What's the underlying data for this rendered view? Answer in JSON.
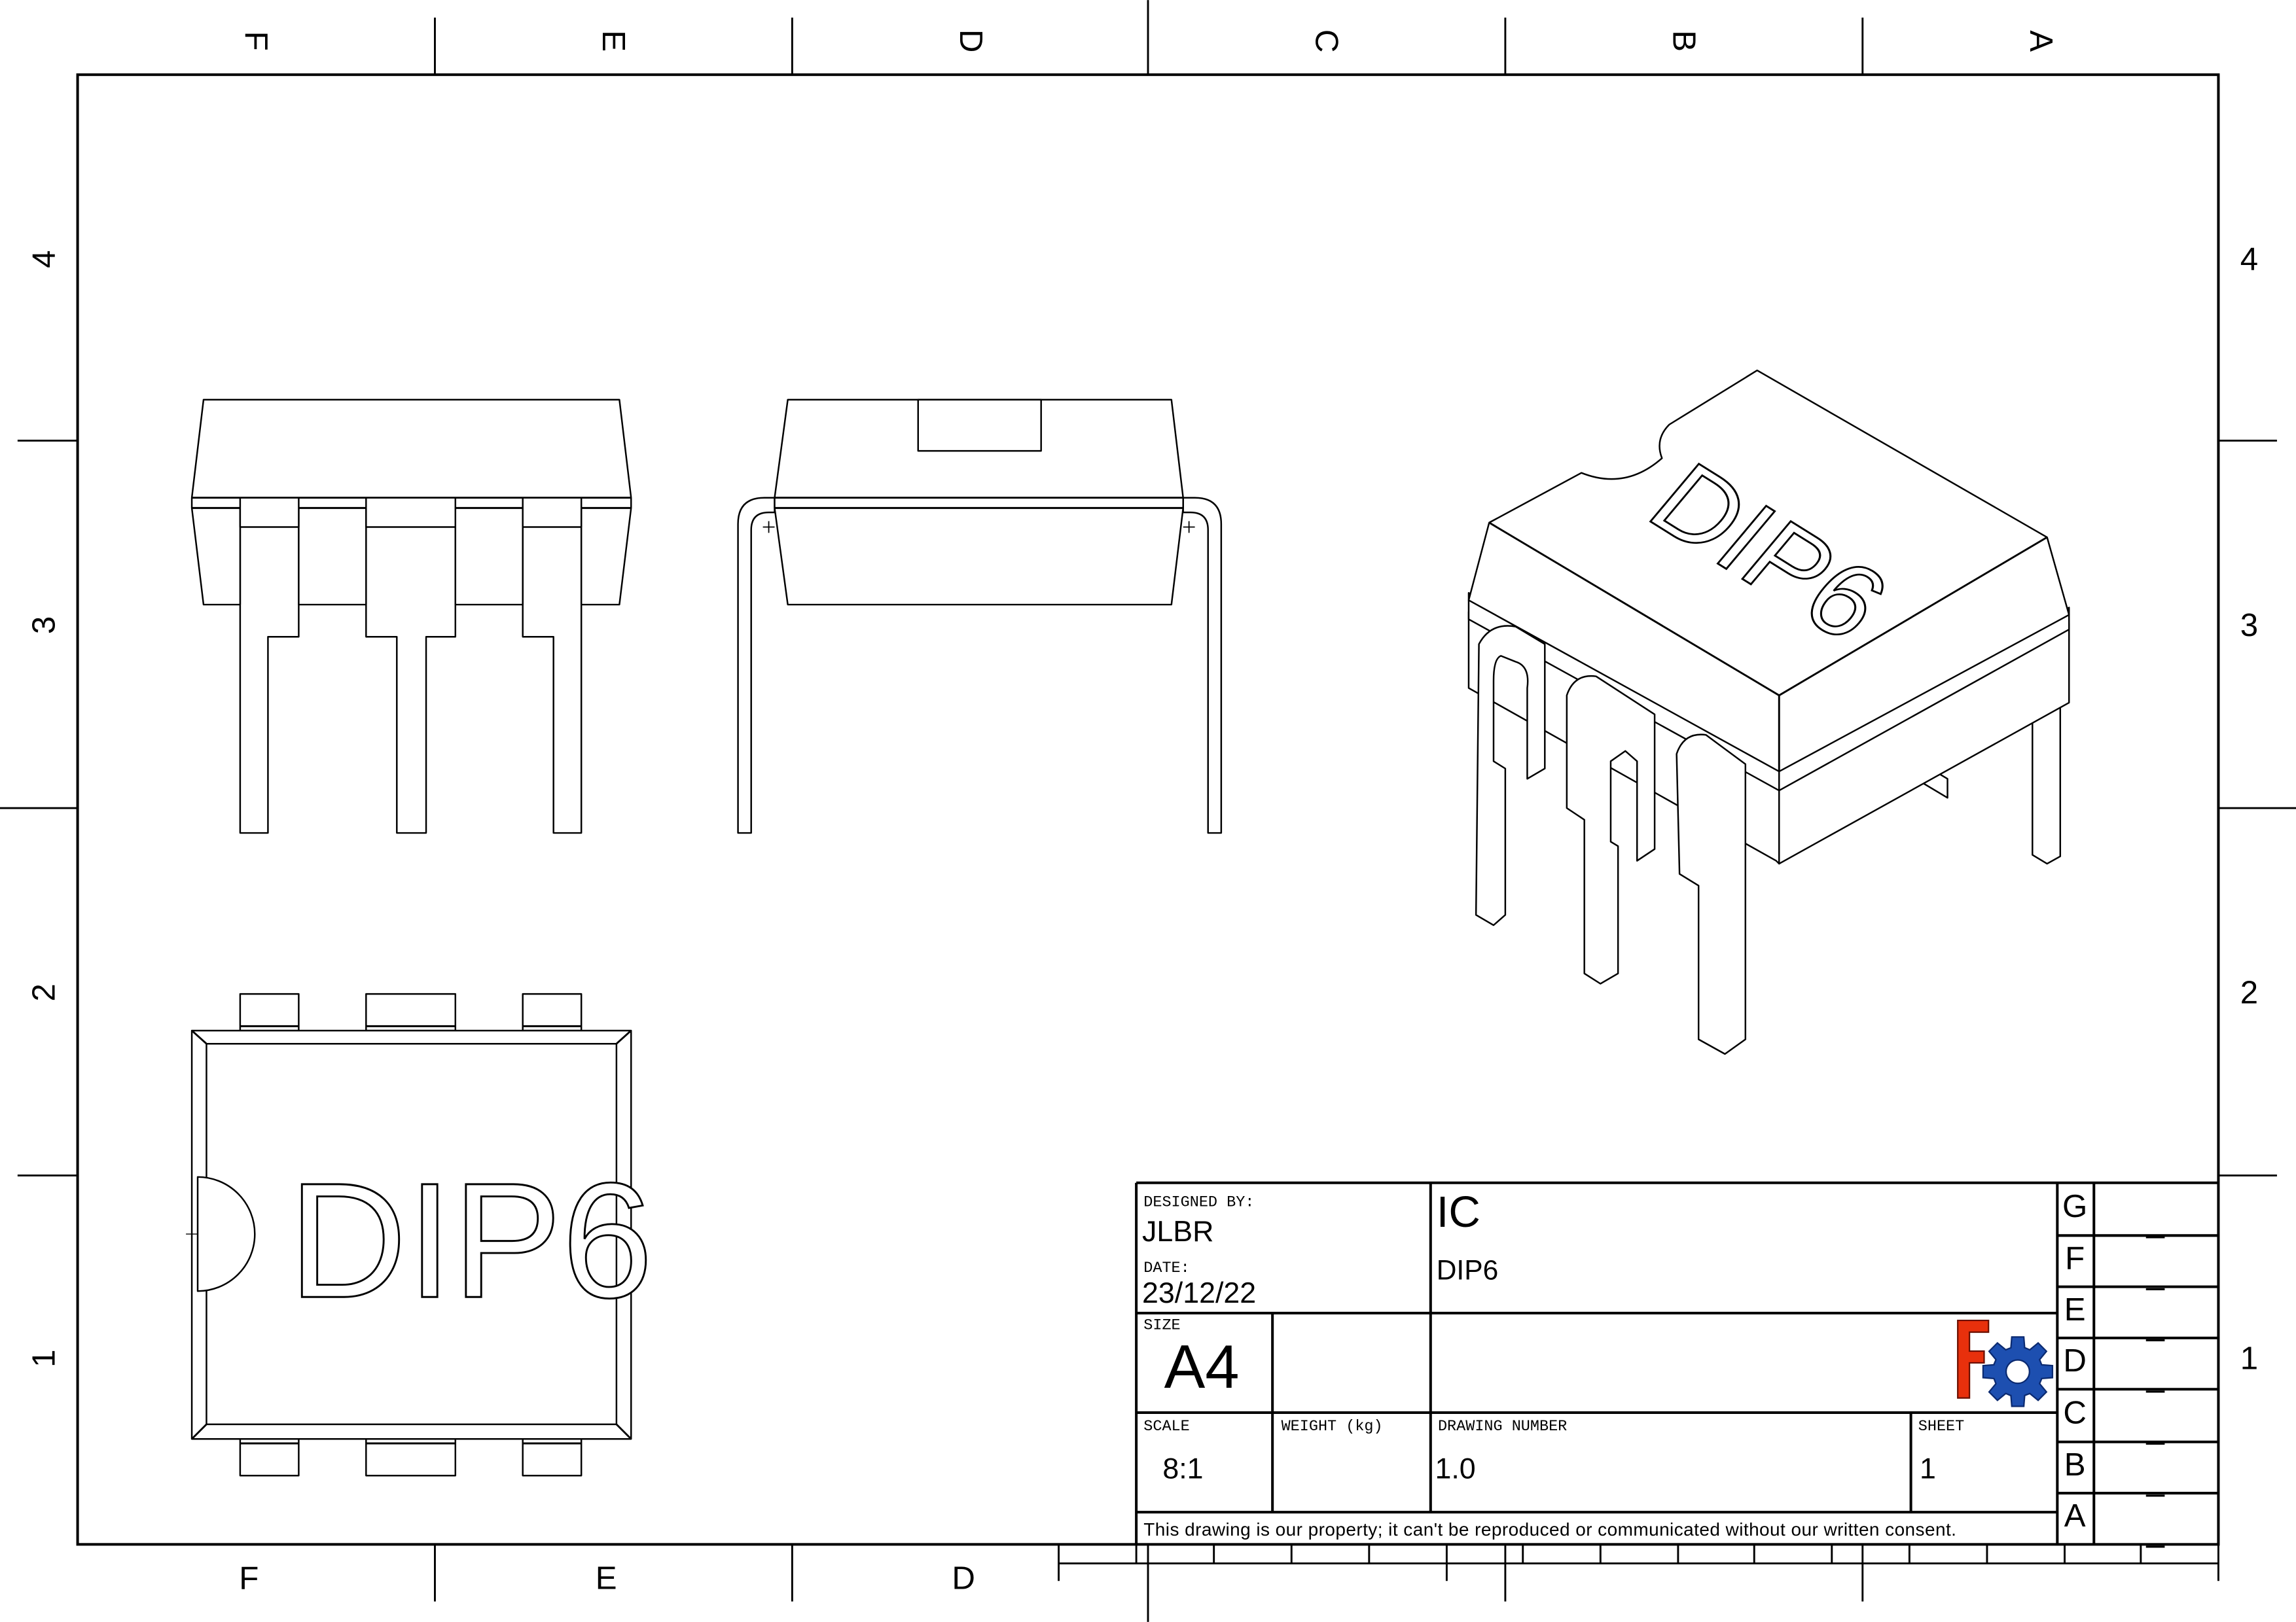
{
  "zones": {
    "top": [
      "F",
      "E",
      "D",
      "C",
      "B",
      "A"
    ],
    "bottom": [
      "F",
      "E",
      "D"
    ],
    "left": [
      "4",
      "3",
      "2",
      "1"
    ],
    "right": [
      "4",
      "3",
      "2",
      "1"
    ]
  },
  "part_marking": "DIP6",
  "title_block": {
    "designed_by_label": "DESIGNED BY:",
    "designed_by": "JLBR",
    "date_label": "DATE:",
    "date": "23/12/22",
    "title": "IC",
    "subtitle": "DIP6",
    "size_label": "SIZE",
    "size": "A4",
    "scale_label": "SCALE",
    "scale": "8:1",
    "weight_label": "WEIGHT (kg)",
    "weight": "",
    "drawing_number_label": "DRAWING NUMBER",
    "drawing_number": "1.0",
    "sheet_label": "SHEET",
    "sheet": "1",
    "notice": "This drawing is our property; it can't be reproduced or communicated without our written consent.",
    "logo": "freecad-logo",
    "logo_colors": {
      "f": "#e8300c",
      "gear": "#1d4fb0"
    }
  },
  "revisions": [
    {
      "letter": "G",
      "value": "_"
    },
    {
      "letter": "F",
      "value": "_"
    },
    {
      "letter": "E",
      "value": "_"
    },
    {
      "letter": "D",
      "value": "_"
    },
    {
      "letter": "C",
      "value": "_"
    },
    {
      "letter": "B",
      "value": "_"
    },
    {
      "letter": "A",
      "value": "_"
    }
  ]
}
